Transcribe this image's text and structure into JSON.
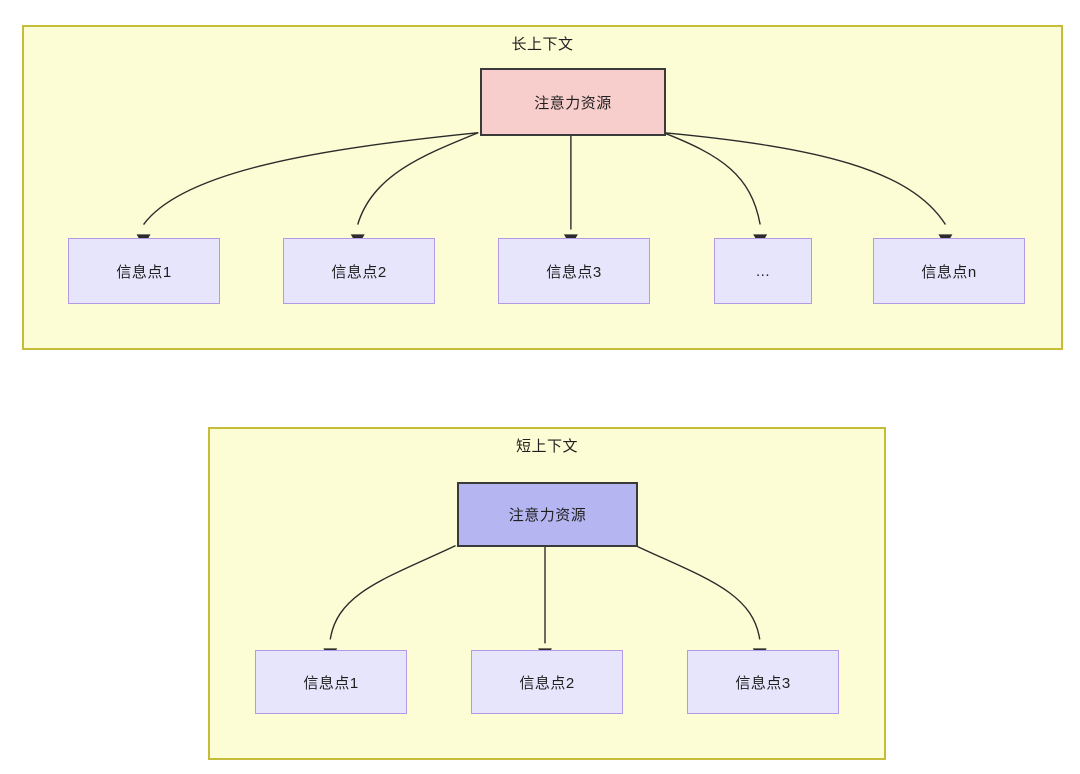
{
  "diagram": {
    "title_visible": false,
    "colors": {
      "group_fill": "#fdfdd5",
      "group_border": "#c5bc3a",
      "root_long_fill": "#f8cecc",
      "root_short_fill": "#b5b5f2",
      "leaf_fill": "#e7e5fb",
      "leaf_border": "#b29ae6",
      "edge_stroke": "#2b2b2b",
      "text": "#1f1f1f"
    },
    "groups": [
      {
        "id": "long-context",
        "title": "长上下文",
        "root": {
          "label": "注意力资源"
        },
        "leaves": [
          {
            "label": "信息点1"
          },
          {
            "label": "信息点2"
          },
          {
            "label": "信息点3"
          },
          {
            "label": "..."
          },
          {
            "label": "信息点n"
          }
        ]
      },
      {
        "id": "short-context",
        "title": "短上下文",
        "root": {
          "label": "注意力资源"
        },
        "leaves": [
          {
            "label": "信息点1"
          },
          {
            "label": "信息点2"
          },
          {
            "label": "信息点3"
          }
        ]
      }
    ]
  }
}
